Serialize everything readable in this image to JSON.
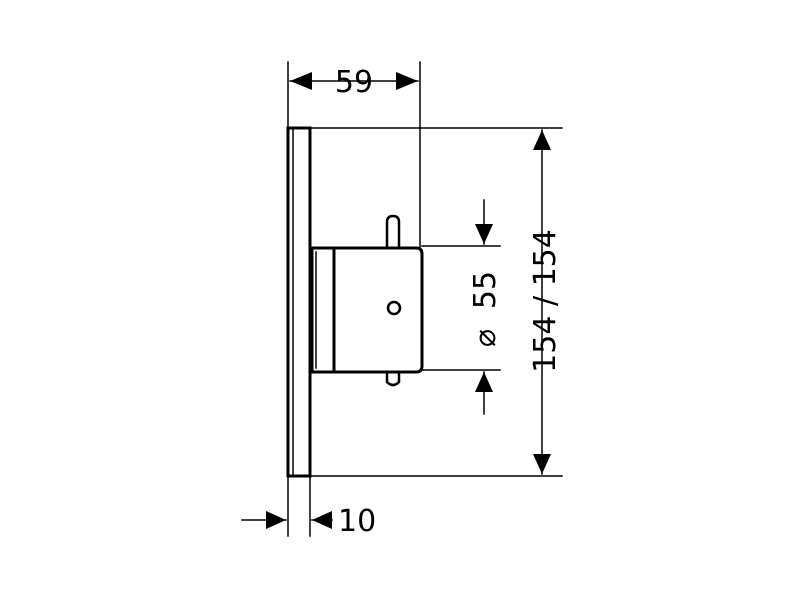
{
  "drawing": {
    "dimensions": {
      "depth": "59",
      "diameter_symbol": "⌀",
      "diameter": "55",
      "height": "154 / 154",
      "plate_thickness": "10"
    },
    "colors": {
      "line": "#000000",
      "background": "#ffffff"
    }
  }
}
